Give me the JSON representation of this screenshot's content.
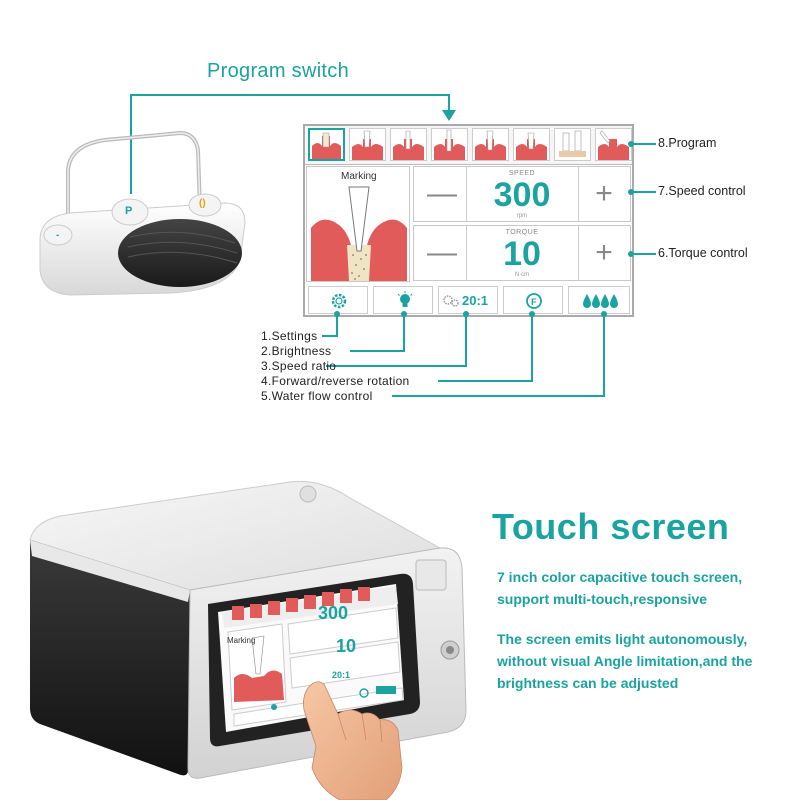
{
  "header": {
    "program_switch": "Program switch"
  },
  "foot_pedal": {
    "left_key": "-",
    "center_key": "P",
    "right_key": "()"
  },
  "screen": {
    "panel_title": "Marking",
    "speed": {
      "label": "SPEED",
      "value": "300",
      "unit": "rpm"
    },
    "torque": {
      "label": "TORQUE",
      "value": "10",
      "unit": "N·cm"
    },
    "minus_symbol": "—",
    "plus_symbol": "+",
    "speed_ratio_value": "20:1",
    "icons": [
      "gear-icon",
      "lightbulb-icon",
      "gears-icon",
      "rotation-icon",
      "water-drops-icon"
    ]
  },
  "callouts": {
    "program": "8.Program",
    "speed_control": "7.Speed control",
    "torque_control": "6.Torque control"
  },
  "legend": [
    "1.Settings",
    "2.Brightness",
    "3.Speed ratio",
    "4.Forward/reverse rotation",
    "5.Water flow control"
  ],
  "device_screen": {
    "speed_value": "300",
    "torque_value": "10",
    "speed_ratio": "20:1",
    "panel_title": "Marking"
  },
  "touch": {
    "title": "Touch screen",
    "desc1": "7 inch color capacitive touch screen, support multi-touch,responsive",
    "desc2": "The screen emits light autonomously, without visual Angle limitation,and the brightness can be adjusted"
  },
  "colors": {
    "accent": "#1aa3a0",
    "gum": "#e25b5b"
  }
}
